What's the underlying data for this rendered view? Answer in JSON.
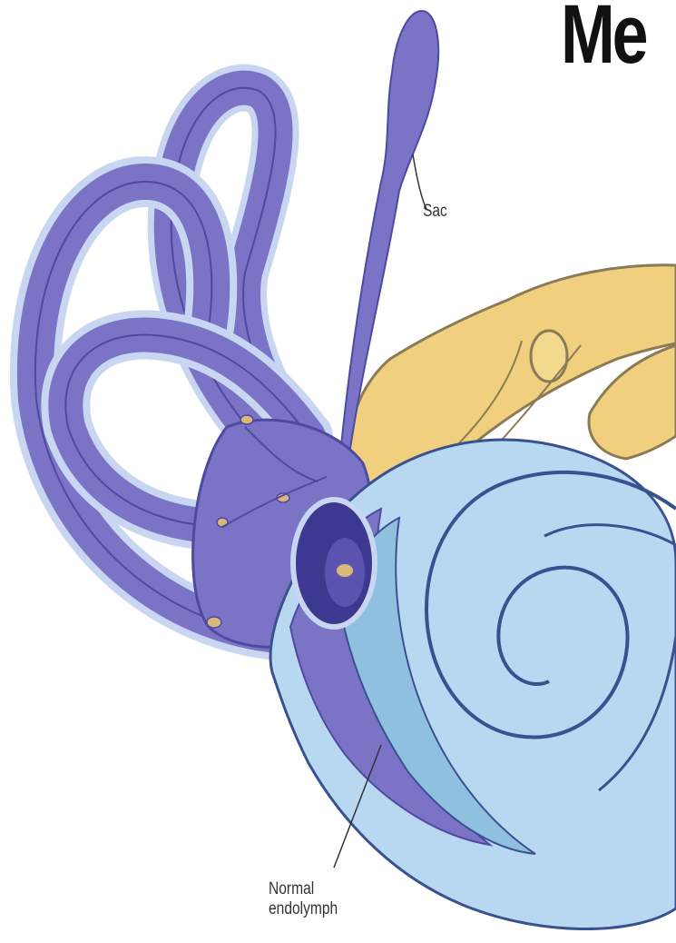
{
  "title": "Me",
  "labels": {
    "sac": "Sac",
    "endolymph_line1": "Normal",
    "endolymph_line2": "endolymph"
  },
  "colors": {
    "labyrinth_purple": "#7b74c6",
    "labyrinth_dark": "#4f4aa0",
    "outline_light": "#c9d6f2",
    "cochlea_blue": "#b8d8f2",
    "cochlea_edge": "#3a5190",
    "nerve_yellow": "#f0cf7e",
    "background": "#ffffff"
  }
}
